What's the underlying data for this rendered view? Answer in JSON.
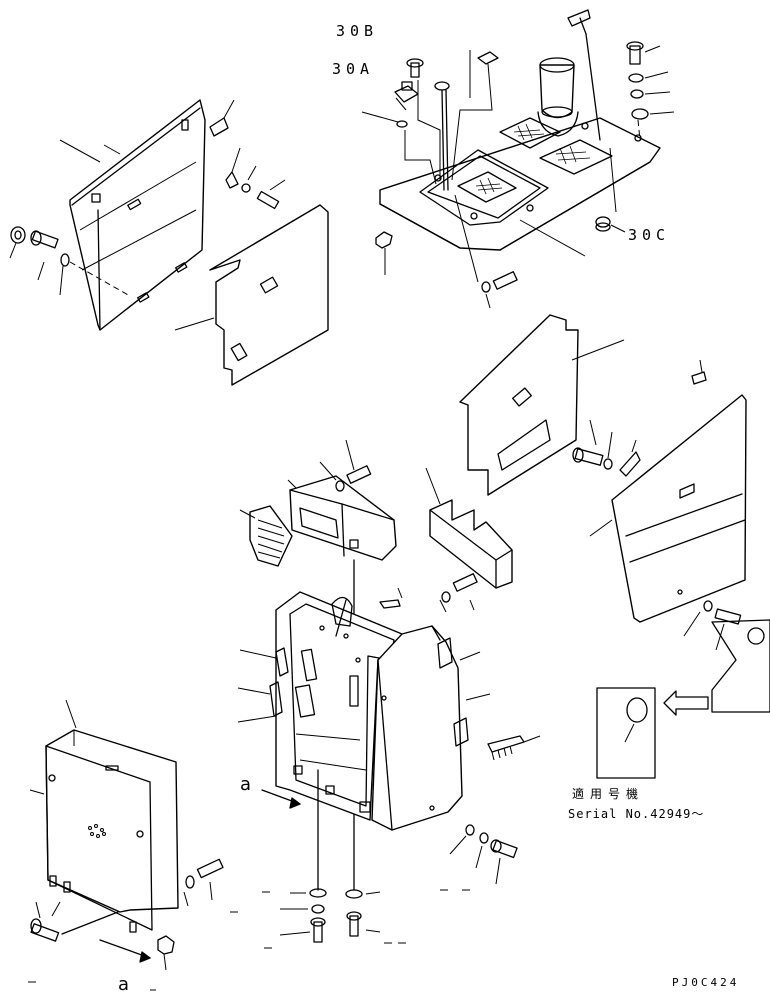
{
  "labels": {
    "callout_30b": "30B",
    "callout_30a": "30A",
    "callout_30c": "30C",
    "view_a_top": "a",
    "view_a_bottom": "a",
    "serial_heading": "適用号機",
    "serial_text": "Serial No.42949～",
    "drawing_code": "PJ0C424"
  }
}
